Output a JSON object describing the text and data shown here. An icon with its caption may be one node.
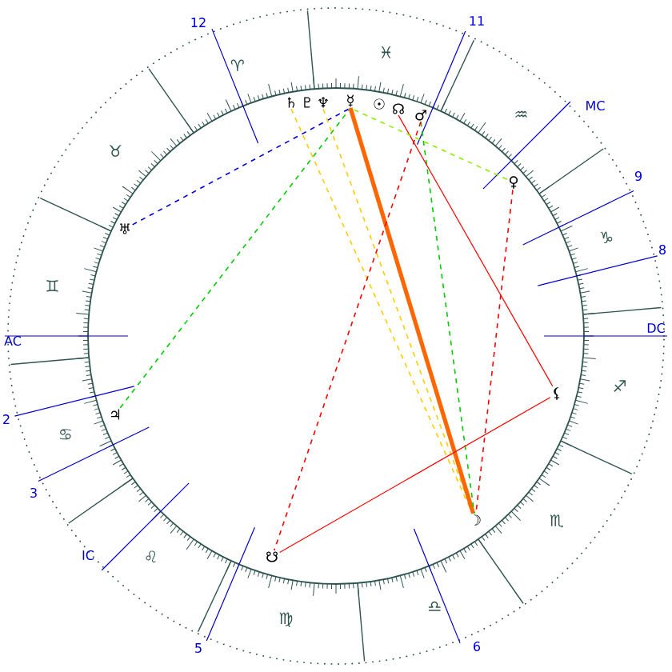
{
  "diagram": {
    "nodes": [
      {
        "text": [
          "♄"
        ]
      },
      {
        "text": [
          "♇"
        ]
      },
      {
        "text": [
          "♆"
        ]
      },
      {
        "text": [
          "☿"
        ]
      },
      {
        "text": [
          "☉"
        ]
      },
      {
        "text": [
          "☊"
        ]
      },
      {
        "text": [
          "♂"
        ]
      },
      {
        "text": [
          "♀"
        ]
      },
      {
        "text": [
          "♅"
        ]
      },
      {
        "text": [
          "♃"
        ]
      },
      {
        "text": [
          "⚸"
        ]
      },
      {
        "text": [
          "☽"
        ]
      },
      {
        "text": [
          "☋"
        ]
      }
    ],
    "edges": [
      {
        "from": 8,
        "to": 3,
        "arrow": "none",
        "style": "dashed",
        "color": "#0000dd"
      },
      {
        "from": 9,
        "to": 3,
        "arrow": "none",
        "style": "dashed",
        "color": "#00cc00"
      },
      {
        "from": 0,
        "to": 11,
        "arrow": "none",
        "style": "dashed",
        "color": "#ffcc00"
      },
      {
        "from": 2,
        "to": 11,
        "arrow": "none",
        "style": "dashed",
        "color": "#ffcc00"
      },
      {
        "from": 3,
        "to": 11,
        "arrow": "none",
        "style": "thick",
        "color": "#ff6600"
      },
      {
        "from": 6,
        "to": 11,
        "arrow": "none",
        "style": "dashed",
        "color": "#00cc00"
      },
      {
        "from": 5,
        "to": 10,
        "arrow": "none",
        "color": "#ff0000"
      },
      {
        "from": 10,
        "to": 12,
        "arrow": "none",
        "color": "#ff0000"
      },
      {
        "from": 6,
        "to": 12,
        "arrow": "none",
        "style": "dashed",
        "color": "#ff0000"
      },
      {
        "from": 7,
        "to": 11,
        "arrow": "none",
        "style": "dashed",
        "color": "#ff0000"
      },
      {
        "from": 7,
        "to": 3,
        "arrow": "none",
        "style": "dashed",
        "color": "#88ee00"
      }
    ],
    "labels": [
      "11",
      "12",
      "♓",
      "♈",
      "♒",
      "MC",
      "♉",
      "9",
      "♑",
      "8",
      "♊",
      "DC",
      "AC",
      "♐",
      "2",
      "♋",
      "3",
      "♏",
      "IC",
      "♌",
      "♍",
      "♎",
      "5",
      "6"
    ]
  }
}
